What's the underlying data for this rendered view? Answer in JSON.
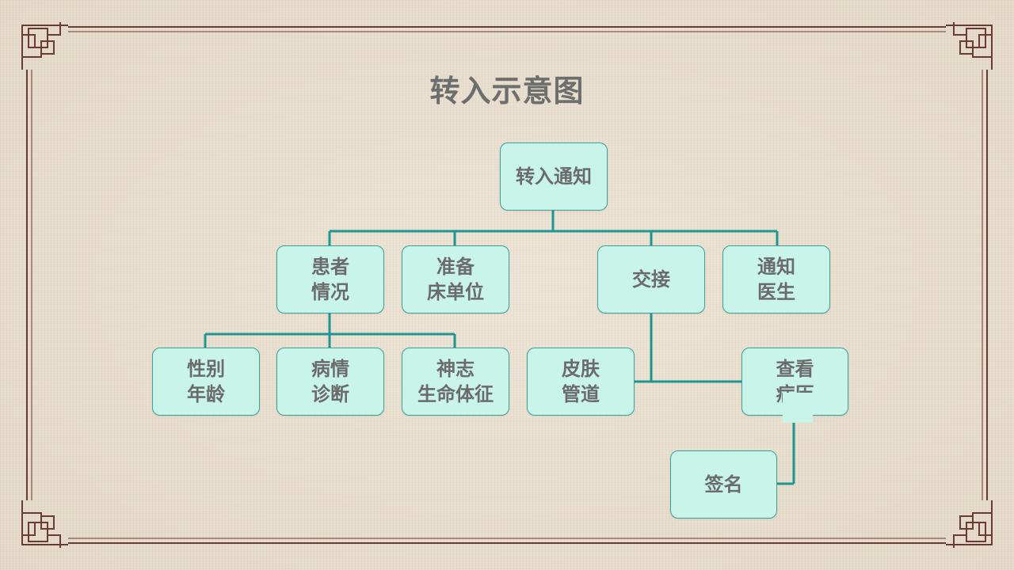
{
  "slide": {
    "title": "转入示意图"
  },
  "nodes": {
    "root": "转入通知",
    "patient": "患者\n情况",
    "bed": "准备\n床单位",
    "handover": "交接",
    "doctor": "通知\n医生",
    "gender_age": "性别\n年龄",
    "diagnosis": "病情\n诊断",
    "vitals": "神志\n生命体征",
    "skin": "皮肤\n管道",
    "records": "查看\n病历",
    "sign": "签名"
  },
  "colors": {
    "node_fill": "#c9f4ea",
    "node_border": "#3aa19a",
    "connector": "#1f9691",
    "text": "#6b6b6b",
    "frame": "#6b3a32"
  }
}
